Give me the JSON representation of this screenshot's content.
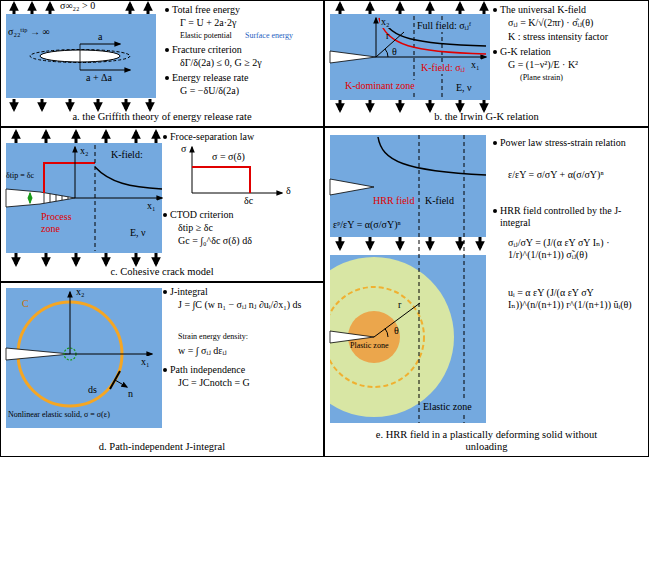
{
  "diagram": {
    "nodes": [
      {
        "text": [
          "a. the Griffith theory of energy release rate"
        ]
      },
      {
        "text": [
          "b. the Irwin G-K relation"
        ]
      },
      {
        "text": [
          "c. Cohesive crack model"
        ]
      },
      {
        "text": [
          "d. Path-independent J-integral"
        ]
      },
      {
        "text": [
          "e. HRR field in a plastically deforming solid without unloading"
        ]
      }
    ],
    "labels": [
      "σ∞₂₂ > 0",
      "σ₂₂ᵗⁱᵖ → ∞",
      "a",
      "a + Δa",
      "Total free energy",
      "Γ = U + 2a·2γ",
      "Elastic potential",
      "Surface energy",
      "Fracture criterion",
      "δΓ/δ(2a) ≤ 0,  G ≥ 2γ",
      "Energy release rate",
      "G = −δU/δ(2a)",
      "x₂",
      "x₁",
      "r",
      "θ",
      "Full field: σᵢⱼᶠ",
      "K-field: σᵢⱼ",
      "K-dominant zone",
      "E, ν",
      "The universal K-field",
      "σᵢⱼ = K/√(2πr) · σ̂ᵢⱼ(θ)",
      "K : stress intensity factor",
      "G-K relation",
      "G = (1−ν²)/E · K²",
      "(Plane strain)",
      "x₂",
      "K-field:",
      "δtip = δc",
      "Process zone",
      "x₁",
      "E, ν",
      "Froce-separation law",
      "σ",
      "σ = σ(δ)",
      "δc",
      "δ",
      "CTOD criterion",
      "δtip ≥ δc",
      "Gc = ∫₀^δc σ(δ) dδ",
      "C",
      "x₂",
      "x₁",
      "ds",
      "n⃗",
      "Nonlinear elastic solid, σ = σ(ε)",
      "J-integral",
      "J = ∫C (w n₁ − σᵢⱼ nⱼ ∂uᵢ/∂x₁) ds",
      "Strain energy density:",
      "w = ∫ σᵢⱼ dεᵢⱼ",
      "Path independence",
      "JC = JCnotch = G",
      "HRR field",
      "K-field",
      "εᵖ/εY = α(σ/σY)ⁿ",
      "r",
      "θ",
      "Plastic zone",
      "Elastic zone",
      "Power law stress-strain relation",
      "ε/εY = σ/σY + α(σ/σY)ⁿ",
      "HRR field controlled by the J-integral",
      "σᵢⱼ/σY = (J/(α εY σY Iₙ) · 1/r)^(1/(n+1)) σ̃ᵢⱼ(θ)",
      "uᵢ = α εY (J/(α εY σY Iₙ))^(n/(n+1)) r^(1/(n+1)) ũᵢ(θ)"
    ]
  }
}
